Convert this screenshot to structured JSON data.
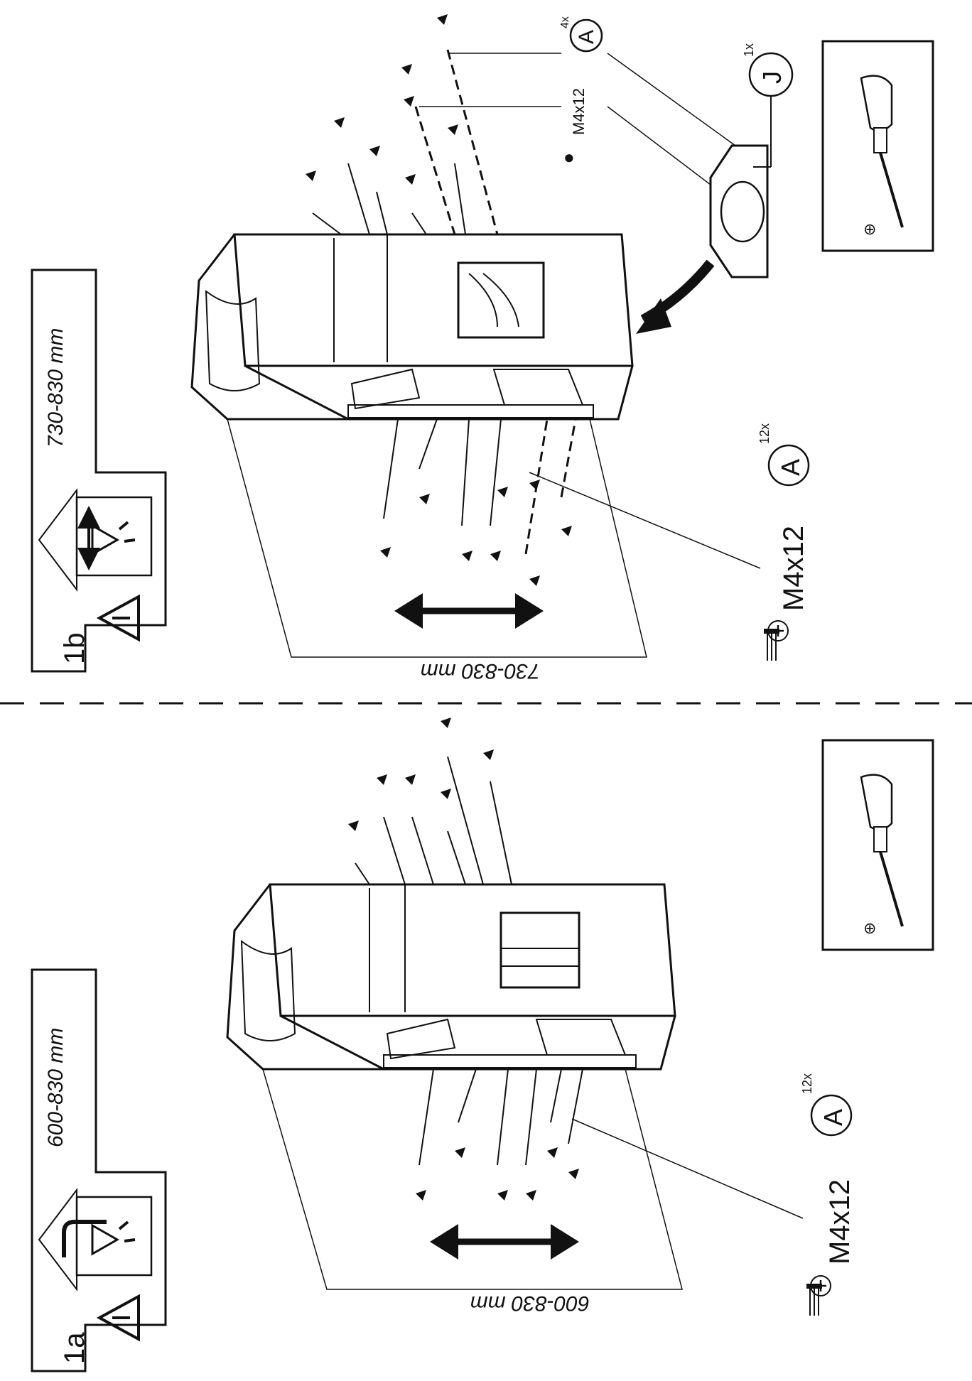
{
  "panels": [
    {
      "id": "1a",
      "step_label": "1a",
      "range_label": "600-830 mm",
      "dimension_text": "600-830 mm",
      "screw_callout": {
        "size": "M4x12",
        "part": "A",
        "qty": "12x"
      }
    },
    {
      "id": "1b",
      "step_label": "1b",
      "range_label": "730-830 mm",
      "dimension_text": "730-830 mm",
      "screw_callout": {
        "size": "M4x12",
        "part": "A",
        "qty": "12x"
      },
      "extra_screw": {
        "size": "M4x12",
        "part": "A",
        "qty": "4x"
      },
      "extra_part": {
        "part": "J",
        "qty": "1x"
      }
    }
  ],
  "icons": [
    "warning-triangle-icon",
    "two-person-lift-icon",
    "screwdriver-icon",
    "phillips-screw-icon",
    "bracket-part-icon"
  ]
}
